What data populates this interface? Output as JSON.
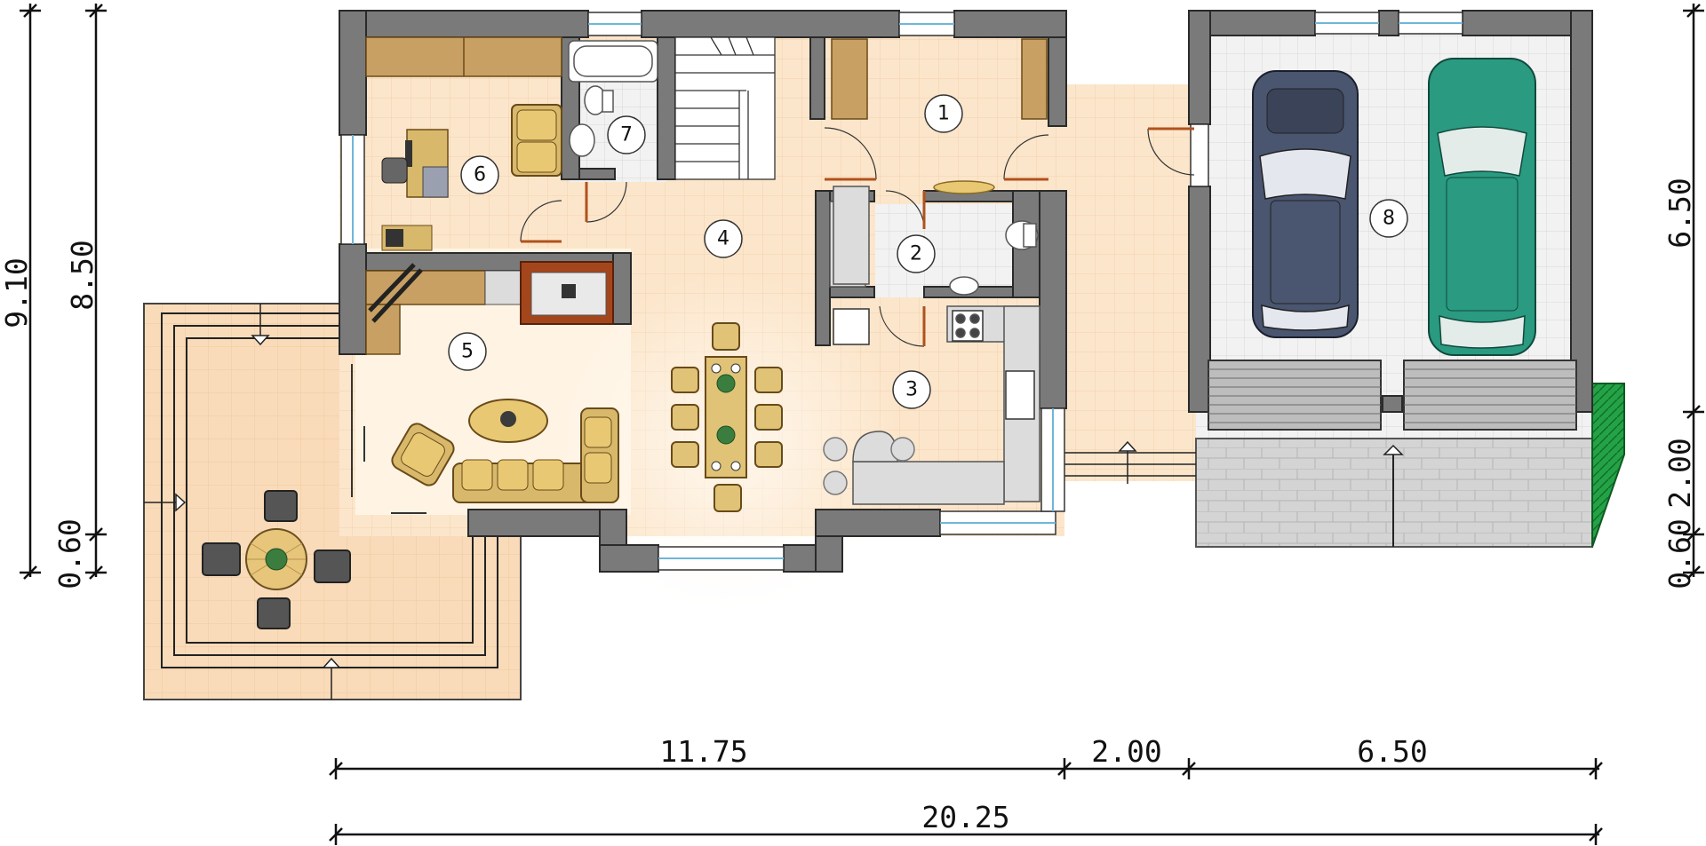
{
  "plan": {
    "rooms": [
      {
        "id": "1",
        "label": "1"
      },
      {
        "id": "2",
        "label": "2"
      },
      {
        "id": "3",
        "label": "3"
      },
      {
        "id": "4",
        "label": "4"
      },
      {
        "id": "5",
        "label": "5"
      },
      {
        "id": "6",
        "label": "6"
      },
      {
        "id": "7",
        "label": "7"
      },
      {
        "id": "8",
        "label": "8"
      }
    ],
    "dimensions": {
      "bottom_segment_1": "11.75",
      "bottom_segment_2": "2.00",
      "bottom_segment_3": "6.50",
      "bottom_total": "20.25",
      "left_outer": "9.10",
      "left_main": "8.50",
      "left_small": "0.60",
      "right_garage": "6.50",
      "right_apron": "2.00",
      "right_small": "0.60"
    },
    "colors": {
      "wall": "#7a7a7a",
      "floor_tile": "#fbe3c6",
      "terrace": "#f7dcbc",
      "garage_floor": "#ededed",
      "paving": "#d2d2d2",
      "cabinet": "#c9a063",
      "sofa": "#d8b86b",
      "car_dark": "#4a5570",
      "car_green": "#2a9a80",
      "grass": "#22a045",
      "door_swing": "#b1521c"
    }
  }
}
